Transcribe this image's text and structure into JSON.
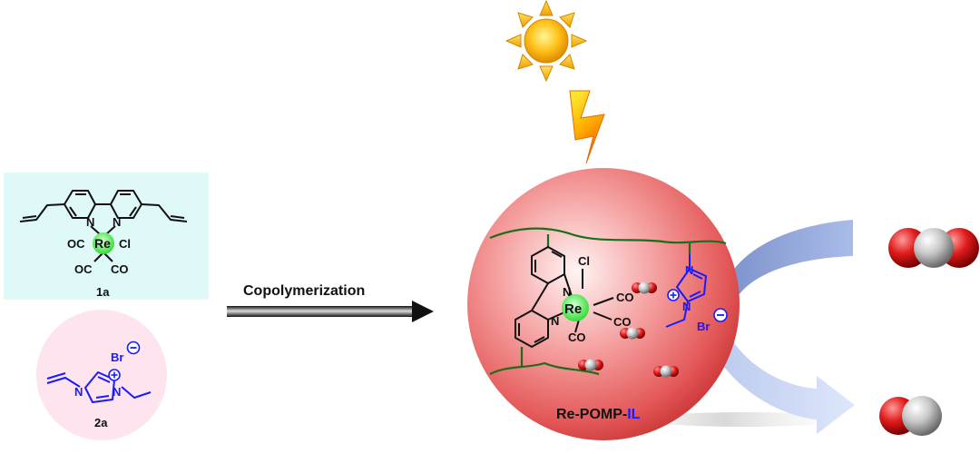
{
  "left_panel": {
    "monomer_1a": {
      "label": "1a",
      "metal": "Re",
      "ligands": {
        "top_left": "OC",
        "top_right": "Cl",
        "bottom_left": "OC",
        "bottom_right": "CO"
      },
      "n_left": "N",
      "n_right": "N",
      "bg_color": "#dff8f8"
    },
    "monomer_2a": {
      "label": "2a",
      "anion": "Br",
      "n_left": "N",
      "n_right": "N",
      "bg_color": "#fde4ee",
      "color": "#1a1aff"
    }
  },
  "reaction_arrow": {
    "label": "Copolymerization"
  },
  "sphere": {
    "label_main": "Re-POMP-",
    "label_highlight": "IL",
    "highlight_color": "#1a1aff",
    "metal": "Re",
    "ligand_cl": "Cl",
    "ligand_co_1": "CO",
    "ligand_co_2": "CO",
    "ligand_co_3": "CO",
    "n_top": "N",
    "n_bottom": "N",
    "il_n_top": "N",
    "il_n_bottom": "N",
    "il_anion": "Br",
    "backbone_color": "#1a6e1a"
  },
  "icons": {
    "sun": "sun-icon",
    "lightning": "lightning-icon",
    "co2_molecule": "co2-molecule-icon",
    "co_molecule": "co-molecule-icon"
  },
  "colors": {
    "re_highlight": "#55e655",
    "sphere_red": "#e85a5a",
    "oxygen": "#d81818",
    "carbon": "#c8c8c8",
    "flow_arrow": "#8fa6d8"
  }
}
